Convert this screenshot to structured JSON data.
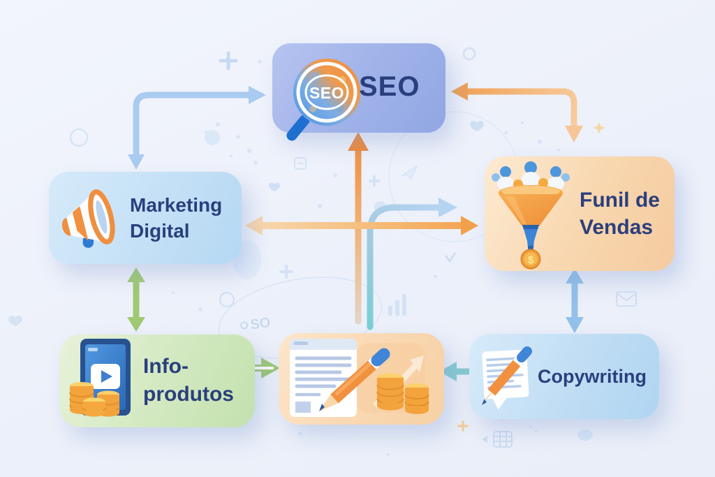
{
  "nodes": {
    "seo": {
      "label": "SEO",
      "icon": "seo-magnifier-icon",
      "icon_text": "SEO"
    },
    "marketing_digital": {
      "label_line1": "Marketing",
      "label_line2": "Digital",
      "icon": "megaphone-icon"
    },
    "funil_de_vendas": {
      "label_line1": "Funil de",
      "label_line2": "Vendas",
      "icon": "sales-funnel-icon",
      "coin_symbol": "$"
    },
    "info_produtos": {
      "label_line1": "Info-",
      "label_line2": "produtos",
      "icon": "tablet-coins-icon"
    },
    "conteudo": {
      "icon": "document-pencil-coins-icon"
    },
    "copywriting": {
      "label": "Copywriting",
      "icon": "paper-pencil-icon"
    }
  },
  "connections": [
    {
      "from": "marketing_digital",
      "to": "seo",
      "bidirectional": true,
      "shape": "elbow",
      "color": "#a9cbf0"
    },
    {
      "from": "seo",
      "to": "funil_de_vendas",
      "bidirectional": true,
      "shape": "elbow",
      "color": "#efa055"
    },
    {
      "from": "conteudo",
      "to": "seo",
      "bidirectional": false,
      "shape": "straight",
      "color": "#ee8a3c"
    },
    {
      "from": "marketing_digital",
      "to": "funil_de_vendas",
      "bidirectional": true,
      "shape": "straight",
      "color": "#f3a34d"
    },
    {
      "from": "conteudo",
      "to": "funil_de_vendas",
      "bidirectional": false,
      "shape": "curve",
      "color": "#79cfd6"
    },
    {
      "from": "marketing_digital",
      "to": "info_produtos",
      "bidirectional": true,
      "shape": "straight",
      "color": "#a1c973"
    },
    {
      "from": "info_produtos",
      "to": "conteudo",
      "bidirectional": true,
      "shape": "straight",
      "color": "#9cc873"
    },
    {
      "from": "copywriting",
      "to": "conteudo",
      "bidirectional": false,
      "shape": "straight",
      "color": "#7ec8cf"
    },
    {
      "from": "funil_de_vendas",
      "to": "copywriting",
      "bidirectional": true,
      "shape": "straight",
      "color": "#92c0e9"
    }
  ],
  "decorations": {
    "sketch_text": "SO"
  },
  "colors": {
    "background": "#edf1fa",
    "label_text": "#2a3f7d",
    "seo_box": "#a2b4e9",
    "marketing_box": "#c4e0f6",
    "funil_box": "#f8d6ae",
    "info_box": "#d4e9c2",
    "content_box": "#f9d8b2",
    "copy_box": "#c0ddf4"
  }
}
